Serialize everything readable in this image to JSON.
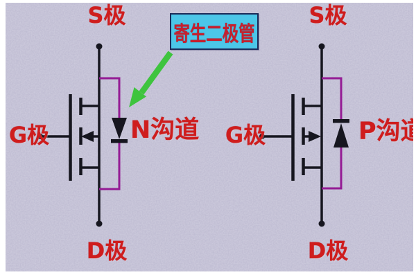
{
  "colors": {
    "bg": "#bcb9d0",
    "wire": "#16161f",
    "branch": "#941b94",
    "label": "#cf1d1d",
    "arrow": "#3ec43e",
    "callout_bg": "#4cc6e8",
    "callout_border": "#1c2b59",
    "callout_text": "#c6202e"
  },
  "callout": {
    "label": "寄生二极管"
  },
  "left_mosfet": {
    "source_label": "S极",
    "gate_label": "G极",
    "drain_label": "D极",
    "channel_label": "N沟道"
  },
  "right_mosfet": {
    "source_label": "S极",
    "gate_label": "G极",
    "drain_label": "D极",
    "channel_label": "P沟道"
  }
}
